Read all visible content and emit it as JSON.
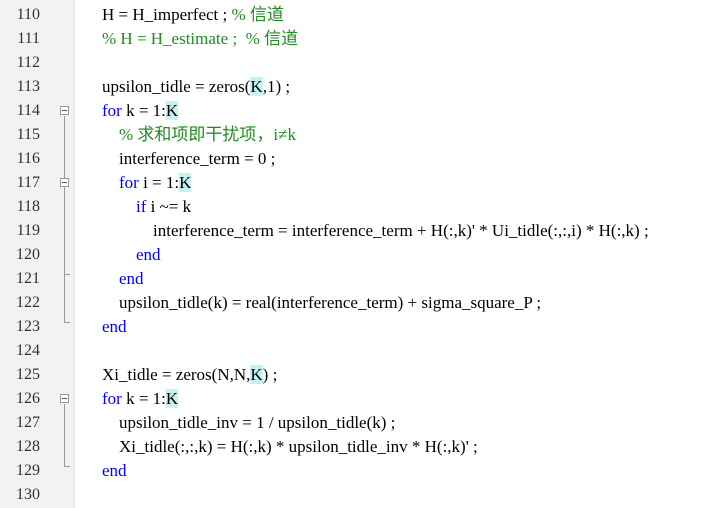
{
  "editor": {
    "lines": [
      {
        "num": "110",
        "tokens": [
          {
            "t": "H = H_imperfect ; "
          },
          {
            "t": "% 信道",
            "c": "cm"
          }
        ]
      },
      {
        "num": "111",
        "tokens": [
          {
            "t": "% H = H_estimate ;  % 信道",
            "c": "cm"
          }
        ]
      },
      {
        "num": "112",
        "tokens": []
      },
      {
        "num": "113",
        "tokens": [
          {
            "t": "upsilon_tidle = zeros("
          },
          {
            "t": "K",
            "c": "hl"
          },
          {
            "t": ",1) ;"
          }
        ]
      },
      {
        "num": "114",
        "tokens": [
          {
            "t": "for",
            "c": "kw"
          },
          {
            "t": " k = 1:"
          },
          {
            "t": "K",
            "c": "hl"
          }
        ]
      },
      {
        "num": "115",
        "tokens": [
          {
            "t": "    "
          },
          {
            "t": "% 求和项即干扰项，i≠k",
            "c": "cm"
          }
        ]
      },
      {
        "num": "116",
        "tokens": [
          {
            "t": "    interference_term = 0 ;"
          }
        ]
      },
      {
        "num": "117",
        "tokens": [
          {
            "t": "    "
          },
          {
            "t": "for",
            "c": "kw"
          },
          {
            "t": " i = 1:"
          },
          {
            "t": "K",
            "c": "hl"
          }
        ]
      },
      {
        "num": "118",
        "tokens": [
          {
            "t": "        "
          },
          {
            "t": "if",
            "c": "kw"
          },
          {
            "t": " i ~= k"
          }
        ]
      },
      {
        "num": "119",
        "tokens": [
          {
            "t": "            interference_term = interference_term + H(:,k)' * Ui_tidle(:,:,i) * H(:,k) ;"
          }
        ]
      },
      {
        "num": "120",
        "tokens": [
          {
            "t": "        "
          },
          {
            "t": "end",
            "c": "kw"
          }
        ]
      },
      {
        "num": "121",
        "tokens": [
          {
            "t": "    "
          },
          {
            "t": "end",
            "c": "kw"
          }
        ]
      },
      {
        "num": "122",
        "tokens": [
          {
            "t": "    upsilon_tidle(k) = real(interference_term) + sigma_square_P ;"
          }
        ]
      },
      {
        "num": "123",
        "tokens": [
          {
            "t": "end",
            "c": "kw"
          }
        ]
      },
      {
        "num": "124",
        "tokens": []
      },
      {
        "num": "125",
        "tokens": [
          {
            "t": "Xi_tidle = zeros(N,N,"
          },
          {
            "t": "K",
            "c": "hl"
          },
          {
            "t": ") ;"
          }
        ]
      },
      {
        "num": "126",
        "tokens": [
          {
            "t": "for",
            "c": "kw"
          },
          {
            "t": " k = 1:"
          },
          {
            "t": "K",
            "c": "hl"
          }
        ]
      },
      {
        "num": "127",
        "tokens": [
          {
            "t": "    upsilon_tidle_inv = 1 / upsilon_tidle(k) ;"
          }
        ]
      },
      {
        "num": "128",
        "tokens": [
          {
            "t": "    Xi_tidle(:,:,k) = H(:,k) * upsilon_tidle_inv * H(:,k)' ;"
          }
        ]
      },
      {
        "num": "129",
        "tokens": [
          {
            "t": "end",
            "c": "kw"
          }
        ]
      },
      {
        "num": "130",
        "tokens": []
      }
    ],
    "colors": {
      "keyword": "#0000ff",
      "comment": "#228b22",
      "highlight": "#c8f2f2",
      "gutter": "#f2f2f2"
    }
  }
}
